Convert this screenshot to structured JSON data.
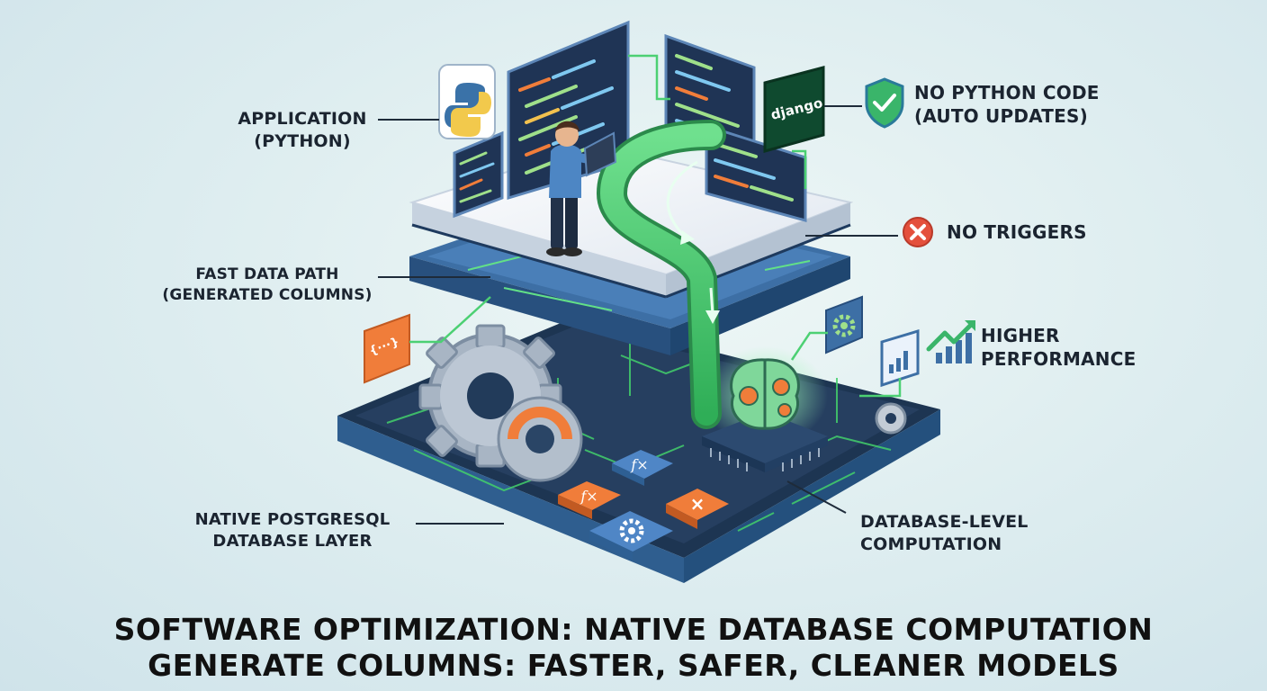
{
  "labels": {
    "application": {
      "line1": "APPLICATION",
      "line2": "(PYTHON)"
    },
    "fast_data_path": {
      "line1": "FAST DATA PATH",
      "line2": "(GENERATED COLUMNS)"
    },
    "native_layer": {
      "line1": "NATIVE POSTGRESQL",
      "line2": "DATABASE LAYER"
    },
    "no_python_code": {
      "line1": "NO PYTHON CODE",
      "line2": "(AUTO UPDATES)"
    },
    "no_triggers": "NO TRIGGERS",
    "higher_performance": {
      "line1": "HIGHER",
      "line2": "PERFORMANCE"
    },
    "database_level": {
      "line1": "DATABASE-LEVEL",
      "line2": "COMPUTATION"
    }
  },
  "badges": {
    "django": "django",
    "fx": "fx",
    "braces": "{···}"
  },
  "title": {
    "line1": "SOFTWARE OPTIMIZATION: NATIVE DATABASE COMPUTATION",
    "line2": "GENERATE COLUMNS: FASTER, SAFER, CLEANER MODELS"
  },
  "colors": {
    "accent_green": "#3fcf6a",
    "platform_dark": "#24405f",
    "platform_blue": "#3d6fa5",
    "orange": "#f07d3a",
    "shield_green": "#3ab56a",
    "error_red": "#e4503c"
  },
  "icons": [
    "python-logo-icon",
    "shield-check-icon",
    "x-circle-icon",
    "trend-chart-icon",
    "gear-icon",
    "brain-icon",
    "function-icon"
  ]
}
